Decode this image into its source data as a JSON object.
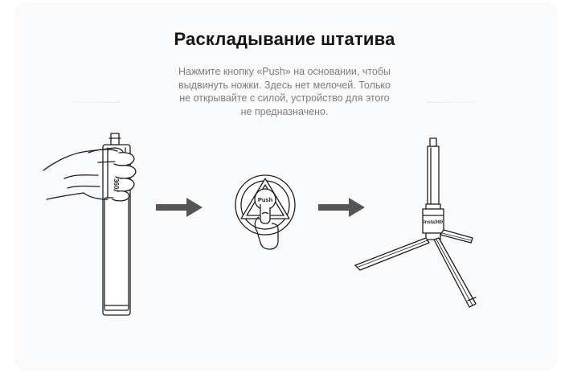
{
  "title": "Раскладывание штатива",
  "description_lines": [
    "Нажмите кнопку «Push» на основании, чтобы",
    "выдвинуть ножки. Здесь нет мелочей. Только",
    "не открывайте с силой, устройство для этого",
    "не предназначено."
  ],
  "handle_label": "360",
  "button_label": "Push",
  "brand_label": "Insta360",
  "colors": {
    "card": "#f9fafc",
    "title": "#141414",
    "text": "#7d7d7d",
    "arrow": "#555555",
    "line": "#1e1e1e"
  },
  "icons": [
    "hand-holding-stick-illustration",
    "arrow-right-icon",
    "push-button-illustration",
    "arrow-right-icon",
    "tripod-illustration"
  ]
}
